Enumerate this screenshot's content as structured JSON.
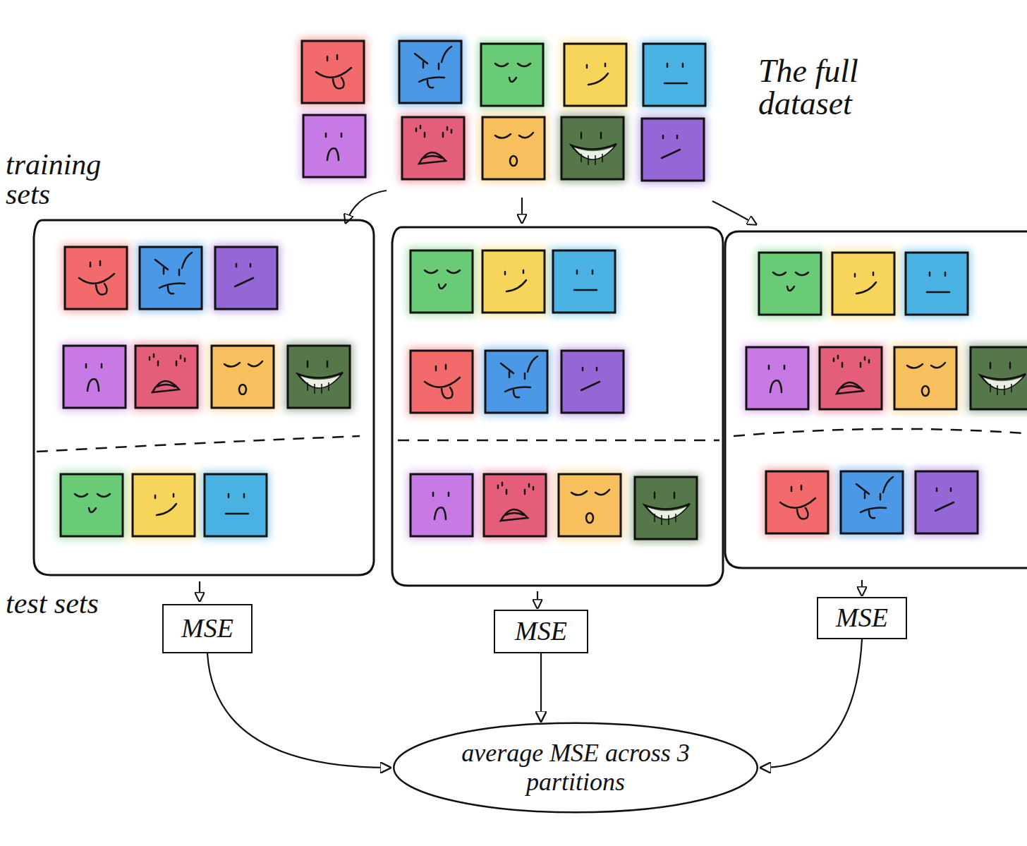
{
  "diagram": {
    "nodes": [
      {
        "text": [
          "MSE"
        ]
      },
      {
        "text": [
          "MSE"
        ]
      },
      {
        "text": [
          "MSE"
        ]
      },
      {
        "text": [
          "average MSE across 3 partitions"
        ]
      }
    ],
    "edges": [
      {
        "from": 0,
        "to": 3,
        "arrow": "to"
      },
      {
        "from": 1,
        "to": 3,
        "arrow": "to"
      },
      {
        "from": 2,
        "to": 3,
        "arrow": "to"
      }
    ],
    "labels": [
      "The full dataset",
      "training sets",
      "test sets"
    ]
  }
}
